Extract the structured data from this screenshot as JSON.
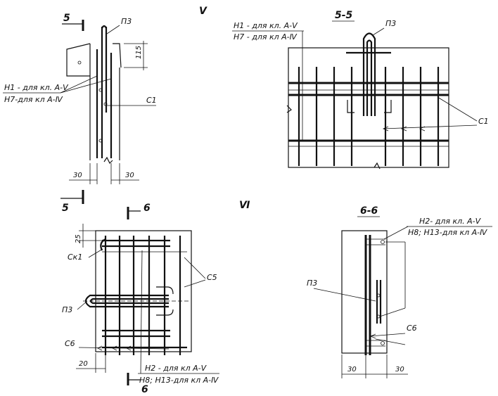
{
  "views": {
    "v": {
      "roman": "V",
      "cut_mark": "5",
      "bar_n1": "Н1 - для кл. А-Ⅴ",
      "bar_n7": "Н7-для кл А-Ⅳ",
      "loop": "П3",
      "clip": "С1",
      "dim_top": "115",
      "dim_left": "30",
      "dim_right": "30"
    },
    "s55": {
      "title": "5-5",
      "bar_n1": "Н1 - для кл. А-Ⅴ",
      "bar_n7": "Н7 - для кл А-Ⅳ",
      "loop": "П3",
      "clip": "С1"
    },
    "vi": {
      "roman": "Ⅵ",
      "cut_mark_5": "5",
      "cut_mark_6": "6",
      "cage": "Ск1",
      "loop": "П3",
      "clip_c5": "С5",
      "clip_c6": "С6",
      "bar_n2": "Н2 - для кл А-Ⅴ",
      "bar_n8": "Н8; Н13-для кл А-Ⅳ",
      "dim_top": "25",
      "dim_bottom": "20"
    },
    "s66": {
      "title": "6-6",
      "bar_n2": "Н2- для кл. А-Ⅴ",
      "bar_n8": "Н8; Н13-для кл А-Ⅳ",
      "loop": "П3",
      "clip": "С6",
      "dim_left": "30",
      "dim_right": "30"
    }
  }
}
